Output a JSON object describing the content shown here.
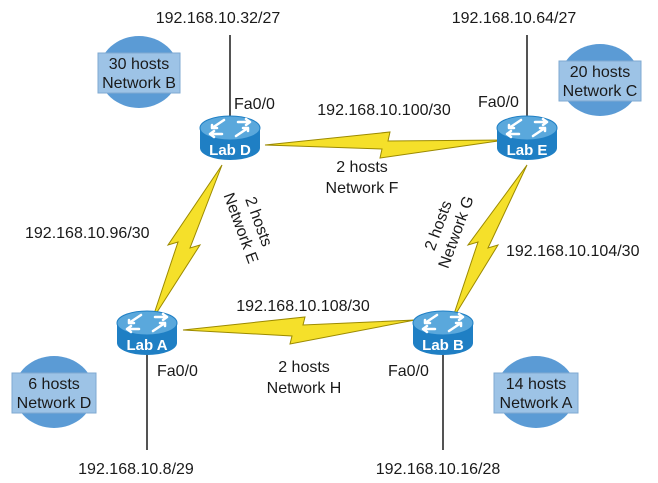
{
  "routers": {
    "lab_d": {
      "name": "Lab D",
      "interface": "Fa0/0"
    },
    "lab_e": {
      "name": "Lab E",
      "interface": "Fa0/0"
    },
    "lab_a": {
      "name": "Lab A",
      "interface": "Fa0/0"
    },
    "lab_b": {
      "name": "Lab B",
      "interface": "Fa0/0"
    }
  },
  "lans": {
    "network_b": {
      "hosts": "30 hosts",
      "name": "Network B",
      "subnet": "192.168.10.32/27"
    },
    "network_c": {
      "hosts": "20 hosts",
      "name": "Network C",
      "subnet": "192.168.10.64/27"
    },
    "network_d": {
      "hosts": "6 hosts",
      "name": "Network D",
      "subnet": "192.168.10.8/29"
    },
    "network_a": {
      "hosts": "14 hosts",
      "name": "Network A",
      "subnet": "192.168.10.16/28"
    }
  },
  "wan_links": {
    "network_f": {
      "hosts": "2 hosts",
      "name": "Network F",
      "subnet": "192.168.10.100/30"
    },
    "network_e": {
      "hosts": "2 hosts",
      "name": "Network E",
      "subnet": "192.168.10.96/30"
    },
    "network_g": {
      "hosts": "2 hosts",
      "name": "Network G",
      "subnet": "192.168.10.104/30"
    },
    "network_h": {
      "hosts": "2 hosts",
      "name": "Network H",
      "subnet": "192.168.10.108/30"
    }
  },
  "colors": {
    "router_body": "#1f7fc4",
    "router_top": "#5aa8dc",
    "cloud": "#5b9bd5",
    "cloud_box": "#9dc3e6",
    "serial_link": "#f5e02a",
    "serial_outline": "#9c8a00",
    "line": "#1a1a1a"
  }
}
